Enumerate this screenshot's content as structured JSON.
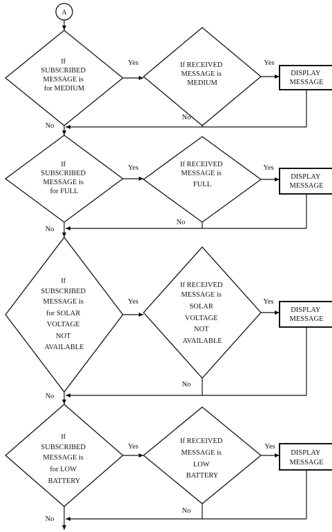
{
  "connector": {
    "label": "A"
  },
  "sections": [
    {
      "subscribed_lines": [
        "If",
        "SUBSCRIBED",
        "MESSAGE is",
        "for MEDIUM"
      ],
      "received_lines": [
        "If RECEIVED",
        "MESSAGE is",
        "MEDIUM"
      ],
      "action_lines": [
        "DISPLAY",
        "MESSAGE"
      ],
      "yes_1": "Yes",
      "yes_2": "Yes",
      "no_inner": "No",
      "no_outer": "No"
    },
    {
      "subscribed_lines": [
        "If",
        "SUBSCRIBED",
        "MESSAGE is",
        "for FULL"
      ],
      "received_lines": [
        "If RECEIVED",
        "MESSAGE is",
        "FULL"
      ],
      "action_lines": [
        "DISPLAY",
        "MESSAGE"
      ],
      "yes_1": "Yes",
      "yes_2": "Yes",
      "no_inner": "No",
      "no_outer": "No"
    },
    {
      "subscribed_lines": [
        "If",
        "SUBSCRIBED",
        "MESSAGE is",
        "for SOLAR",
        "VOLTAGE",
        "NOT",
        "AVAILABLE"
      ],
      "received_lines": [
        "If RECEIVED",
        "MESSAGE is",
        "SOLAR",
        "VOLTAGE",
        "NOT",
        "AVAILABLE"
      ],
      "action_lines": [
        "DISPLAY",
        "MESSAGE"
      ],
      "yes_1": "Yes",
      "yes_2": "Yes",
      "no_inner": "No",
      "no_outer": "No"
    },
    {
      "subscribed_lines": [
        "If",
        "SUBSCRIBED",
        "MESSAGE is",
        "for LOW",
        "BATTERY"
      ],
      "received_lines": [
        "If RECEIVED",
        "MESSAGE is",
        "LOW",
        "BATTERY"
      ],
      "action_lines": [
        "DISPLAY",
        "MESSAGE"
      ],
      "yes_1": "Yes",
      "yes_2": "Yes",
      "no_inner": "No",
      "no_outer": "No"
    }
  ]
}
